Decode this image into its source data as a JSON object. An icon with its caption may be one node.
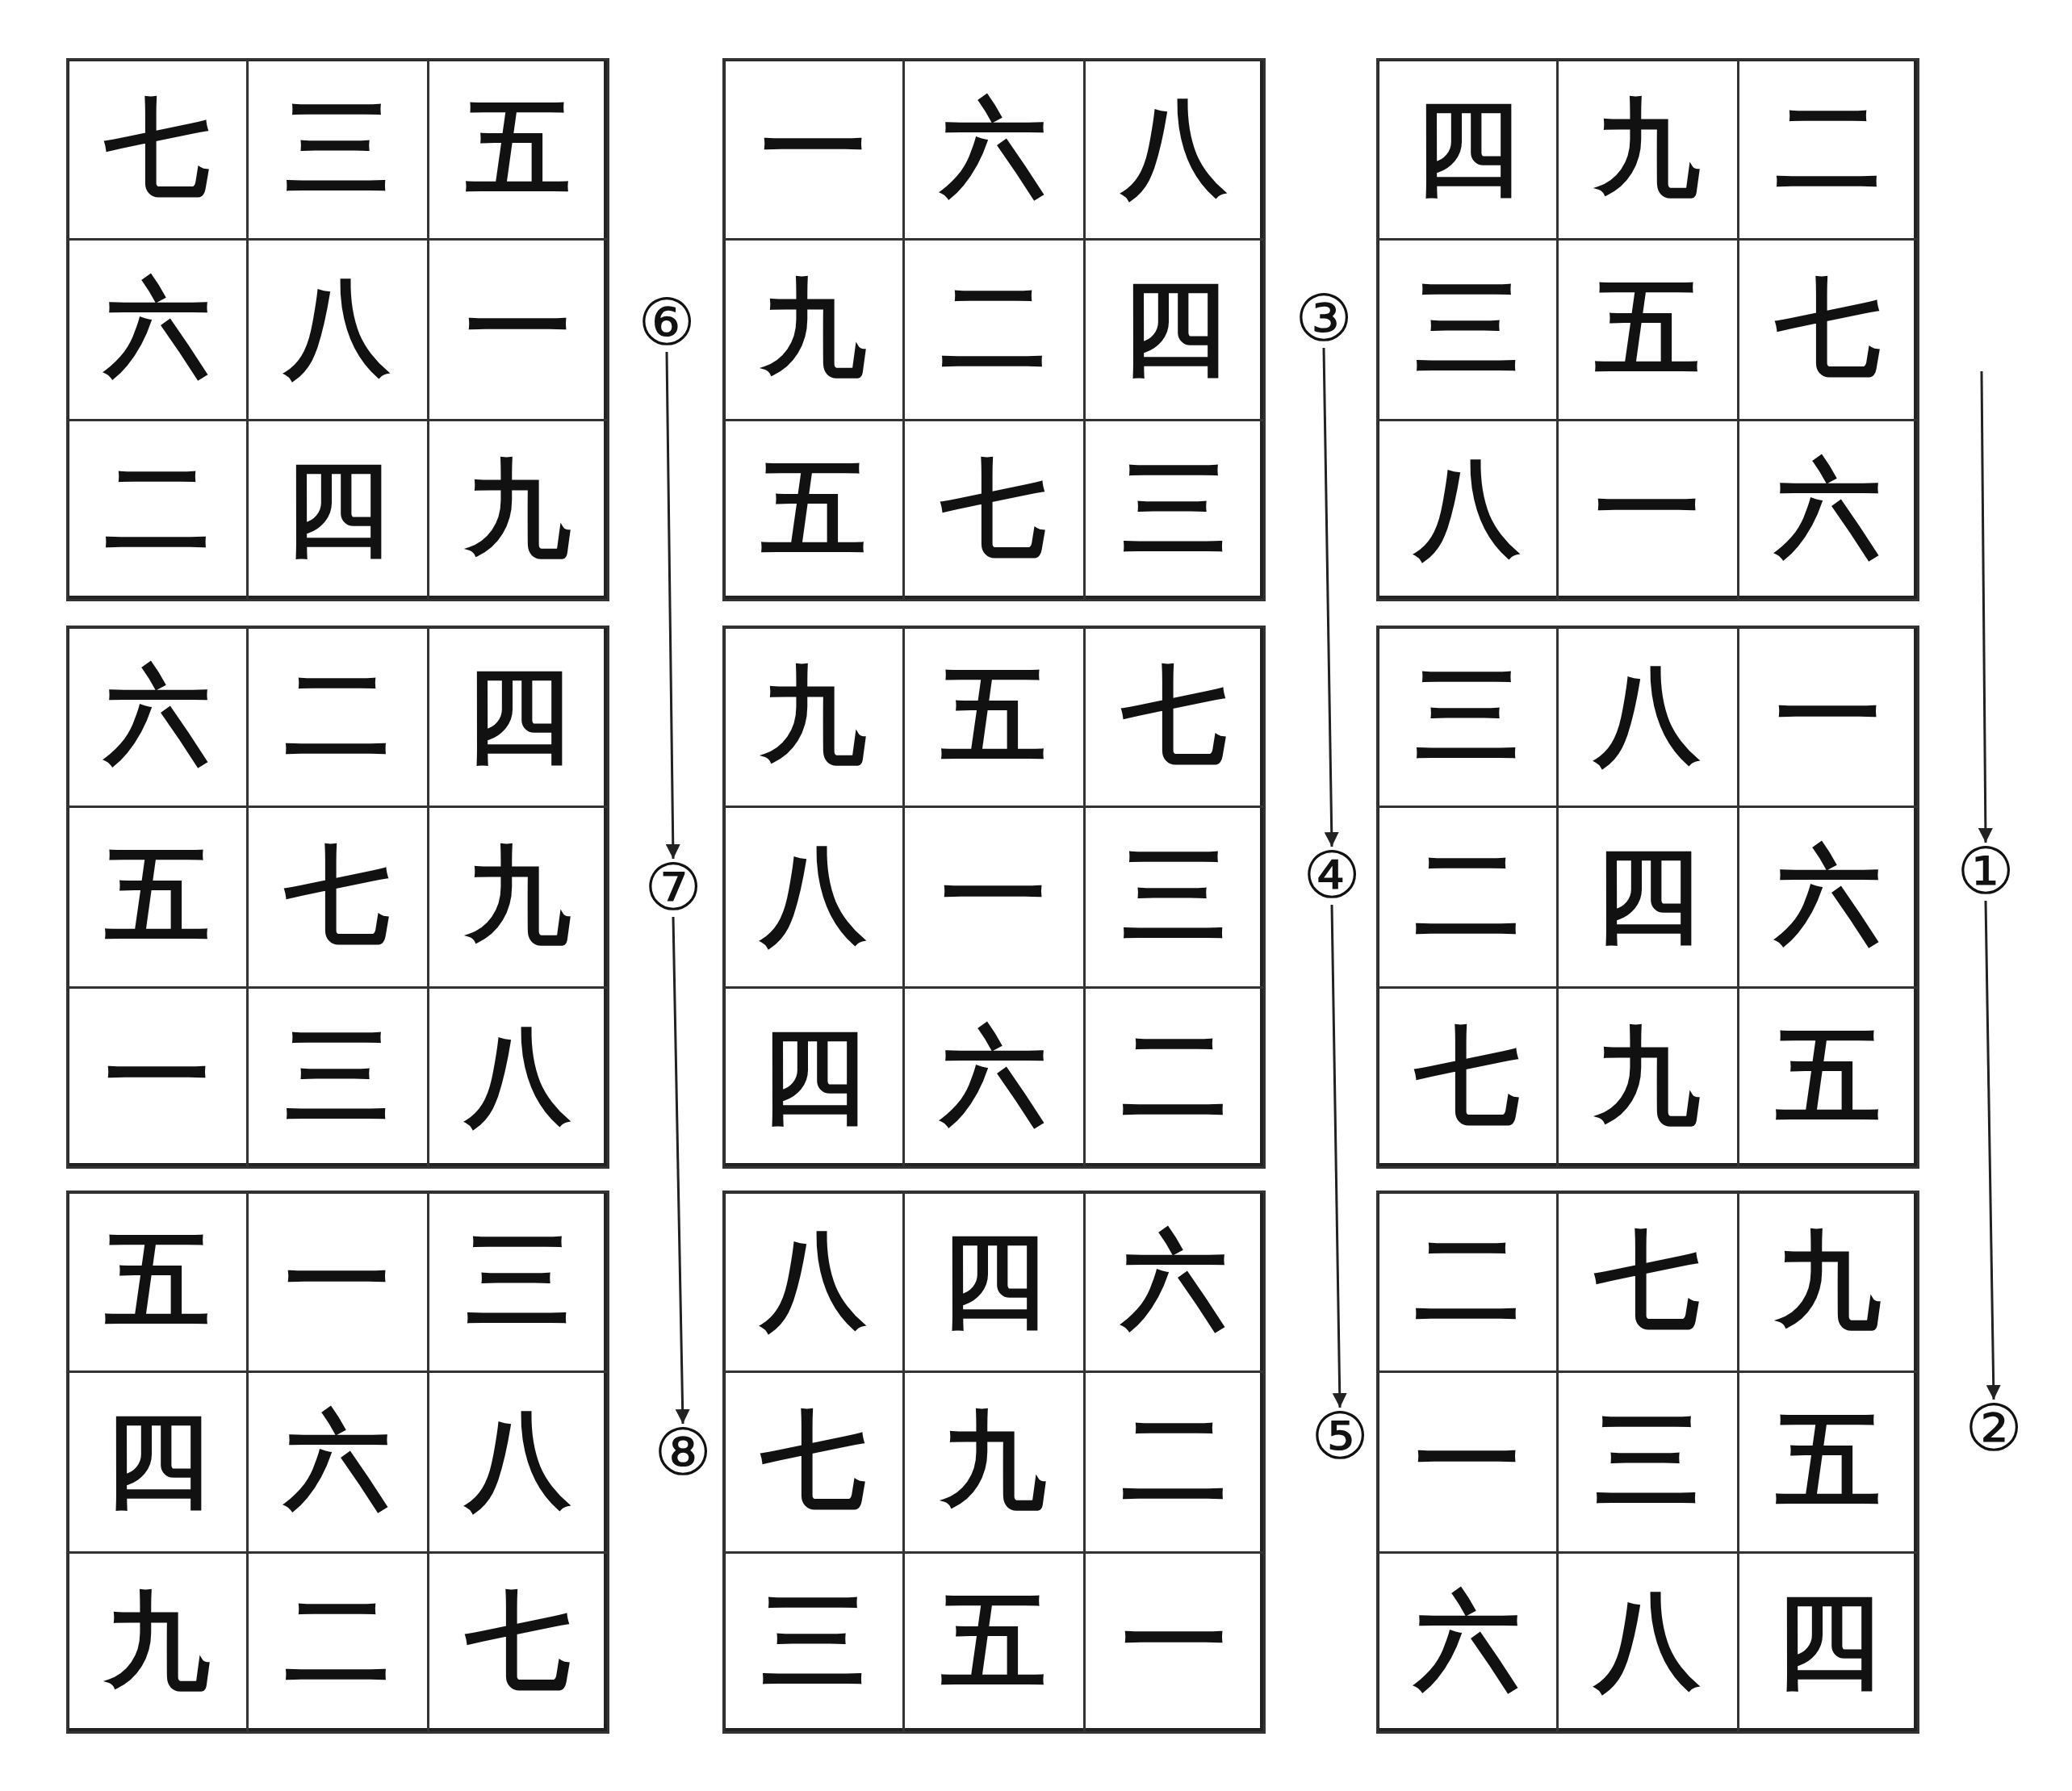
{
  "diagram": {
    "nodes": [
      {
        "text": [],
        "shape": "box"
      },
      {
        "text": [
          "七"
        ],
        "in": 0
      },
      {
        "text": [
          "三"
        ],
        "in": 0
      },
      {
        "text": [
          "五"
        ],
        "in": 0
      },
      {
        "text": [
          "六"
        ],
        "in": 0
      },
      {
        "text": [
          "八"
        ],
        "in": 0
      },
      {
        "text": [
          "一"
        ],
        "in": 0
      },
      {
        "text": [
          "二"
        ],
        "in": 0
      },
      {
        "text": [
          "四"
        ],
        "in": 0
      },
      {
        "text": [
          "九"
        ],
        "in": 0
      },
      {
        "text": [],
        "shape": "box"
      },
      {
        "text": [
          "一"
        ],
        "in": 10
      },
      {
        "text": [
          "六"
        ],
        "in": 10
      },
      {
        "text": [
          "八"
        ],
        "in": 10
      },
      {
        "text": [
          "九"
        ],
        "in": 10
      },
      {
        "text": [
          "二"
        ],
        "in": 10
      },
      {
        "text": [
          "四"
        ],
        "in": 10
      },
      {
        "text": [
          "五"
        ],
        "in": 10
      },
      {
        "text": [
          "七"
        ],
        "in": 10
      },
      {
        "text": [
          "三"
        ],
        "in": 10
      },
      {
        "text": [],
        "shape": "box"
      },
      {
        "text": [
          "四"
        ],
        "in": 20
      },
      {
        "text": [
          "九"
        ],
        "in": 20
      },
      {
        "text": [
          "二"
        ],
        "in": 20
      },
      {
        "text": [
          "三"
        ],
        "in": 20
      },
      {
        "text": [
          "五"
        ],
        "in": 20
      },
      {
        "text": [
          "七"
        ],
        "in": 20
      },
      {
        "text": [
          "八"
        ],
        "in": 20
      },
      {
        "text": [
          "一"
        ],
        "in": 20
      },
      {
        "text": [
          "六"
        ],
        "in": 20
      },
      {
        "text": [],
        "shape": "box"
      },
      {
        "text": [
          "六"
        ],
        "in": 30
      },
      {
        "text": [
          "二"
        ],
        "in": 30
      },
      {
        "text": [
          "四"
        ],
        "in": 30
      },
      {
        "text": [
          "五"
        ],
        "in": 30
      },
      {
        "text": [
          "七"
        ],
        "in": 30
      },
      {
        "text": [
          "九"
        ],
        "in": 30
      },
      {
        "text": [
          "一"
        ],
        "in": 30
      },
      {
        "text": [
          "三"
        ],
        "in": 30
      },
      {
        "text": [
          "八"
        ],
        "in": 30
      },
      {
        "text": [],
        "shape": "box"
      },
      {
        "text": [
          "九"
        ],
        "in": 40
      },
      {
        "text": [
          "五"
        ],
        "in": 40
      },
      {
        "text": [
          "七"
        ],
        "in": 40
      },
      {
        "text": [
          "八"
        ],
        "in": 40
      },
      {
        "text": [
          "一"
        ],
        "in": 40
      },
      {
        "text": [
          "三"
        ],
        "in": 40
      },
      {
        "text": [
          "四"
        ],
        "in": 40
      },
      {
        "text": [
          "六"
        ],
        "in": 40
      },
      {
        "text": [
          "二"
        ],
        "in": 40
      },
      {
        "text": [],
        "shape": "box"
      },
      {
        "text": [
          "三"
        ],
        "in": 50
      },
      {
        "text": [
          "八"
        ],
        "in": 50
      },
      {
        "text": [
          "一"
        ],
        "in": 50
      },
      {
        "text": [
          "二"
        ],
        "in": 50
      },
      {
        "text": [
          "四"
        ],
        "in": 50
      },
      {
        "text": [
          "六"
        ],
        "in": 50
      },
      {
        "text": [
          "七"
        ],
        "in": 50
      },
      {
        "text": [
          "九"
        ],
        "in": 50
      },
      {
        "text": [
          "五"
        ],
        "in": 50
      },
      {
        "text": [],
        "shape": "box"
      },
      {
        "text": [
          "五"
        ],
        "in": 60
      },
      {
        "text": [
          "一"
        ],
        "in": 60
      },
      {
        "text": [
          "三"
        ],
        "in": 60
      },
      {
        "text": [
          "四"
        ],
        "in": 60
      },
      {
        "text": [
          "六"
        ],
        "in": 60
      },
      {
        "text": [
          "八"
        ],
        "in": 60
      },
      {
        "text": [
          "九"
        ],
        "in": 60
      },
      {
        "text": [
          "二"
        ],
        "in": 60
      },
      {
        "text": [
          "七"
        ],
        "in": 60
      },
      {
        "text": [],
        "shape": "box"
      },
      {
        "text": [
          "八"
        ],
        "in": 70
      },
      {
        "text": [
          "四"
        ],
        "in": 70
      },
      {
        "text": [
          "六"
        ],
        "in": 70
      },
      {
        "text": [
          "七"
        ],
        "in": 70
      },
      {
        "text": [
          "九"
        ],
        "in": 70
      },
      {
        "text": [
          "二"
        ],
        "in": 70
      },
      {
        "text": [
          "三"
        ],
        "in": 70
      },
      {
        "text": [
          "五"
        ],
        "in": 70
      },
      {
        "text": [
          "一"
        ],
        "in": 70
      },
      {
        "text": [],
        "shape": "box"
      },
      {
        "text": [
          "二"
        ],
        "in": 80
      },
      {
        "text": [
          "七"
        ],
        "in": 80
      },
      {
        "text": [
          "九"
        ],
        "in": 80
      },
      {
        "text": [
          "一"
        ],
        "in": 80
      },
      {
        "text": [
          "三"
        ],
        "in": 80
      },
      {
        "text": [
          "五"
        ],
        "in": 80
      },
      {
        "text": [
          "六"
        ],
        "in": 80
      },
      {
        "text": [
          "八"
        ],
        "in": 80
      },
      {
        "text": [
          "四"
        ],
        "in": 80
      },
      {
        "text": [
          "①"
        ]
      },
      {
        "text": [
          "②"
        ]
      },
      {
        "text": [
          "③"
        ]
      },
      {
        "text": [
          "④"
        ]
      },
      {
        "text": [
          "⑤"
        ]
      },
      {
        "text": [
          "⑥"
        ]
      },
      {
        "text": [
          "⑦"
        ]
      },
      {
        "text": [
          "⑧"
        ]
      }
    ],
    "edges": [
      {
        "from": null,
        "to": 90,
        "arrow": "to"
      },
      {
        "from": 90,
        "to": 91,
        "arrow": "to"
      },
      {
        "from": 92,
        "to": 93,
        "arrow": "to"
      },
      {
        "from": 93,
        "to": 94,
        "arrow": "to"
      },
      {
        "from": 95,
        "to": 96,
        "arrow": "to"
      },
      {
        "from": 96,
        "to": 97,
        "arrow": "to"
      }
    ]
  }
}
